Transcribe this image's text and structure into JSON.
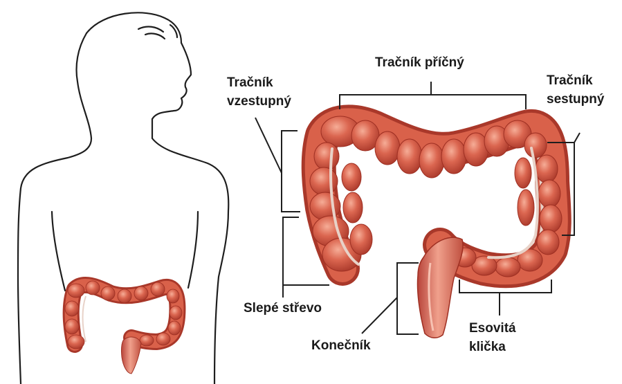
{
  "labels": {
    "transverse": "Tračník příčný",
    "ascending_1": "Tračník",
    "ascending_2": "vzestupný",
    "descending_1": "Tračník",
    "descending_2": "sestupný",
    "cecum": "Slepé střevo",
    "rectum": "Konečník",
    "sigmoid_1": "Esovitá",
    "sigmoid_2": "klička"
  },
  "colors": {
    "colon_fill": "#d9614a",
    "colon_dark": "#9e2f22",
    "colon_light": "#f2a08a",
    "seam": "#e8d2c8",
    "outline": "#1e1e1e"
  }
}
